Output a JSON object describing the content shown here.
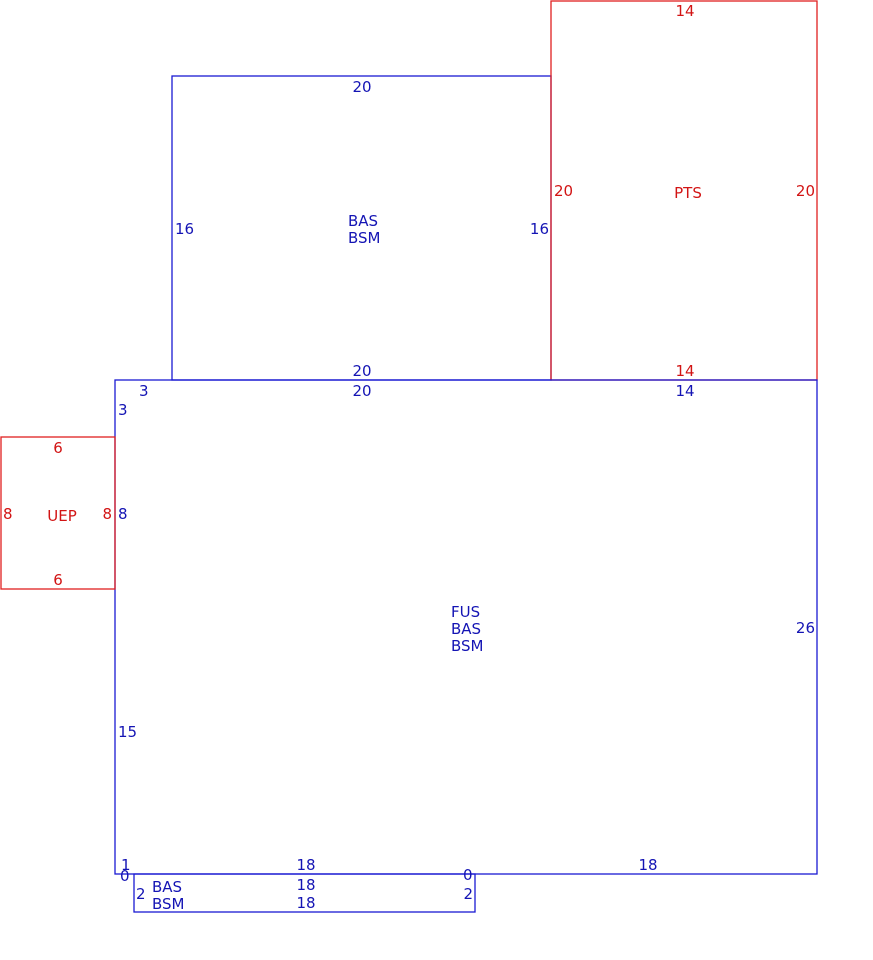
{
  "colors": {
    "primary_area": "#1a1ad2",
    "secondary_area": "#e02020"
  },
  "areas": {
    "upper_bas": {
      "labels": [
        "BAS",
        "BSM"
      ],
      "top": "20",
      "bottom": "20",
      "left": "16",
      "right": "16"
    },
    "pts": {
      "labels": [
        "PTS"
      ],
      "top": "14",
      "bottom": "14",
      "left": "20",
      "right": "20"
    },
    "main_fus": {
      "labels": [
        "FUS",
        "BAS",
        "BSM"
      ],
      "top_left_stub": "3",
      "left_top_stub": "3",
      "top_a": "20",
      "top_b": "14",
      "left_upper": "8",
      "left_lower": "15",
      "right": "26",
      "bottom_stub": "1",
      "bottom_a": "18",
      "bottom_b": "18"
    },
    "uep": {
      "labels": [
        "UEP"
      ],
      "top": "6",
      "bottom": "6",
      "left": "8",
      "right": "8"
    },
    "lower_bas": {
      "labels": [
        "BAS",
        "BSM"
      ],
      "top": "18",
      "bottom": "18",
      "left": "2",
      "right": "2",
      "left_corner": "0",
      "right_corner": "0"
    }
  }
}
